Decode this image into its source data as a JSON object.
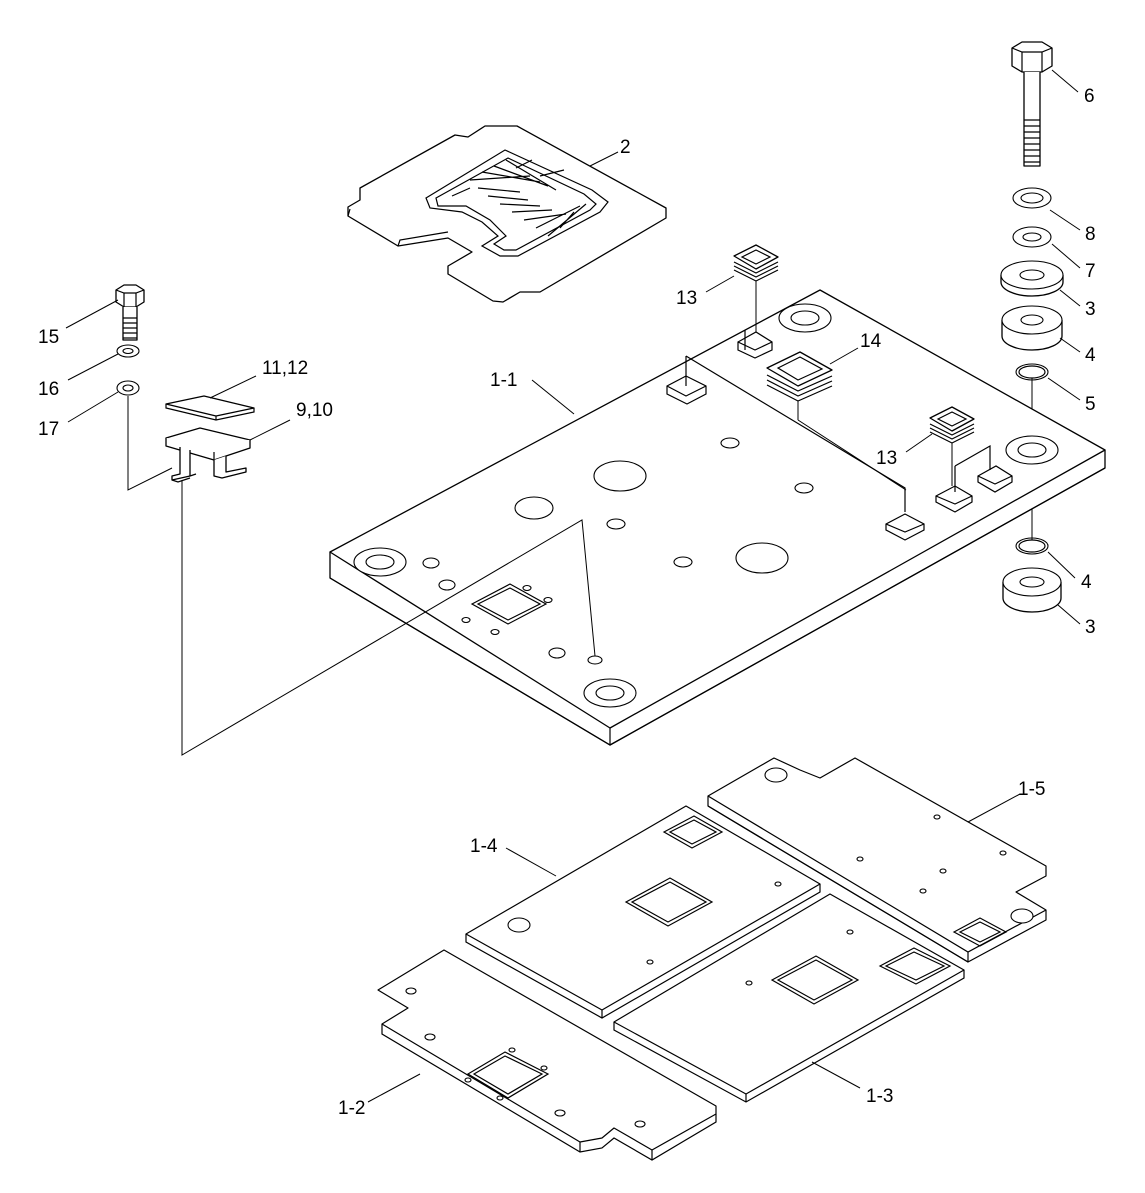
{
  "callouts": {
    "c2": "2",
    "c6": "6",
    "c8": "8",
    "c7": "7",
    "c3a": "3",
    "c4a": "4",
    "c5": "5",
    "c4b": "4",
    "c3b": "3",
    "c13a": "13",
    "c13b": "13",
    "c14": "14",
    "c1_1": "1-1",
    "c15": "15",
    "c16": "16",
    "c17": "17",
    "c11_12": "11,12",
    "c9_10": "9,10",
    "c1_2": "1-2",
    "c1_3": "1-3",
    "c1_4": "1-4",
    "c1_5": "1-5"
  }
}
